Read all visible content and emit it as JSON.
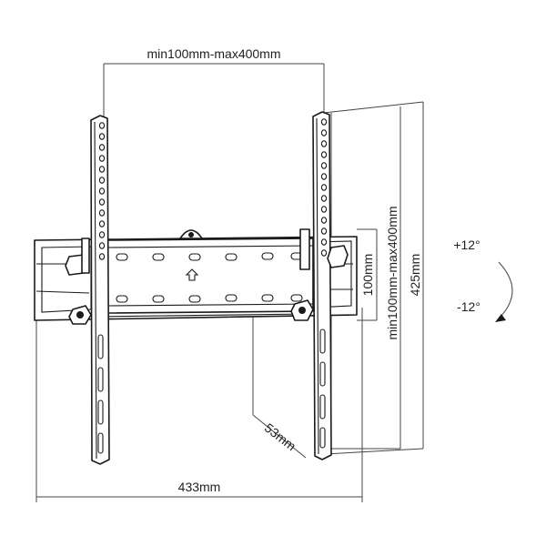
{
  "diagram": {
    "labels": {
      "top_width": "min100mm-max400mm",
      "vertical_spacing": "min100mm-max400mm",
      "plate_height": "100mm",
      "total_height": "425mm",
      "total_width": "433mm",
      "depth": "53mm",
      "tilt_up": "+12°",
      "tilt_down": "-12°"
    }
  }
}
